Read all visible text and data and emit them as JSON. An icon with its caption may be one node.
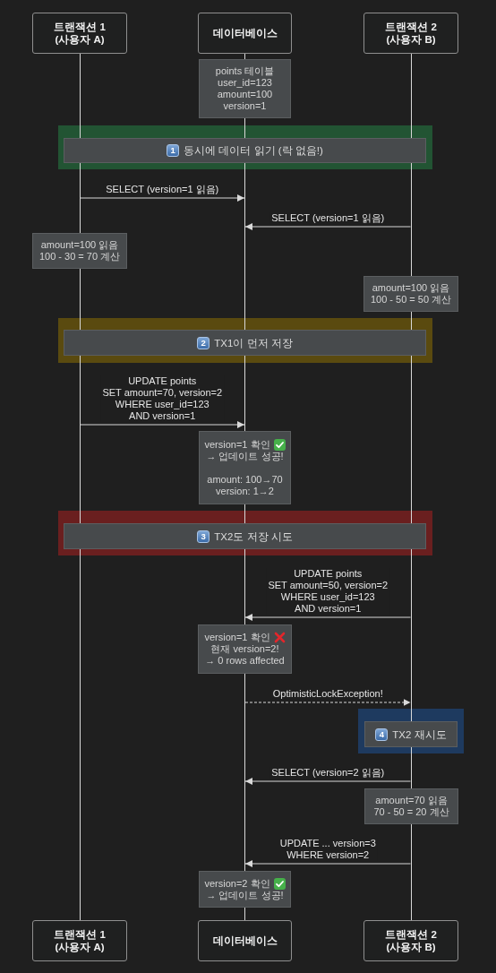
{
  "diagram": {
    "nodes": [
      {
        "text": [
          "트랜잭션 1 (사용자 A)"
        ]
      },
      {
        "text": [
          "데이터베이스"
        ]
      },
      {
        "text": [
          "트랜잭션 2 (사용자 B)"
        ]
      },
      {
        "text": [],
        "shape": "line"
      },
      {
        "text": [],
        "shape": "line"
      },
      {
        "text": [],
        "shape": "line"
      },
      {
        "text": [
          "points 테이블 user_id=123 amount=100 version=1"
        ]
      },
      {
        "text": [],
        "shape": "band"
      },
      {
        "text": [
          "1",
          "동시에 데이터 읽기 (락 없음!)"
        ],
        "in": 7
      },
      {
        "text": [
          "amount=100 읽음 100 - 30 = 70 계산"
        ]
      },
      {
        "text": [
          "amount=100 읽음 100 - 50 = 50 계산"
        ]
      },
      {
        "text": [],
        "shape": "band"
      },
      {
        "text": [
          "2",
          "TX1이 먼저 저장"
        ],
        "in": 11
      },
      {
        "text": [
          "version=1 확인",
          "→ 업데이트 성공!",
          "amount: 100→70 version: 1→2"
        ]
      },
      {
        "text": [],
        "shape": "band"
      },
      {
        "text": [
          "3",
          "TX2도 저장 시도"
        ],
        "in": 14
      },
      {
        "text": [
          "version=1 확인",
          "현재 version=2! → 0 rows affected"
        ]
      },
      {
        "text": [],
        "shape": "band"
      },
      {
        "text": [
          "4",
          "TX2 재시도"
        ],
        "in": 17
      },
      {
        "text": [
          "amount=70 읽음 70 - 50 = 20 계산"
        ]
      },
      {
        "text": [
          "version=2 확인",
          "→ 업데이트 성공!"
        ]
      },
      {
        "text": [
          "트랜잭션 1 (사용자 A)"
        ]
      },
      {
        "text": [
          "데이터베이스"
        ]
      },
      {
        "text": [
          "트랜잭션 2 (사용자 B)"
        ]
      }
    ],
    "edges": [
      {
        "from": 3,
        "to": 4,
        "arrow": "to",
        "label": "SELECT (version=1 읽음)"
      },
      {
        "from": 5,
        "to": 4,
        "arrow": "to",
        "label": "SELECT (version=1 읽음)"
      },
      {
        "from": 3,
        "to": 4,
        "arrow": "to",
        "label": "UPDATE points SET amount=70, version=2 WHERE user_id=123 AND version=1"
      },
      {
        "from": 5,
        "to": 4,
        "arrow": "to",
        "label": "UPDATE points SET amount=50, version=2 WHERE user_id=123 AND version=1"
      },
      {
        "from": 4,
        "to": 5,
        "arrow": "to",
        "label": "OptimisticLockException!",
        "style": "dashed"
      },
      {
        "from": 5,
        "to": 4,
        "arrow": "to",
        "label": "SELECT (version=2 읽음)"
      },
      {
        "from": 5,
        "to": 4,
        "arrow": "to",
        "label": "UPDATE ... version=3 WHERE version=2"
      }
    ]
  }
}
